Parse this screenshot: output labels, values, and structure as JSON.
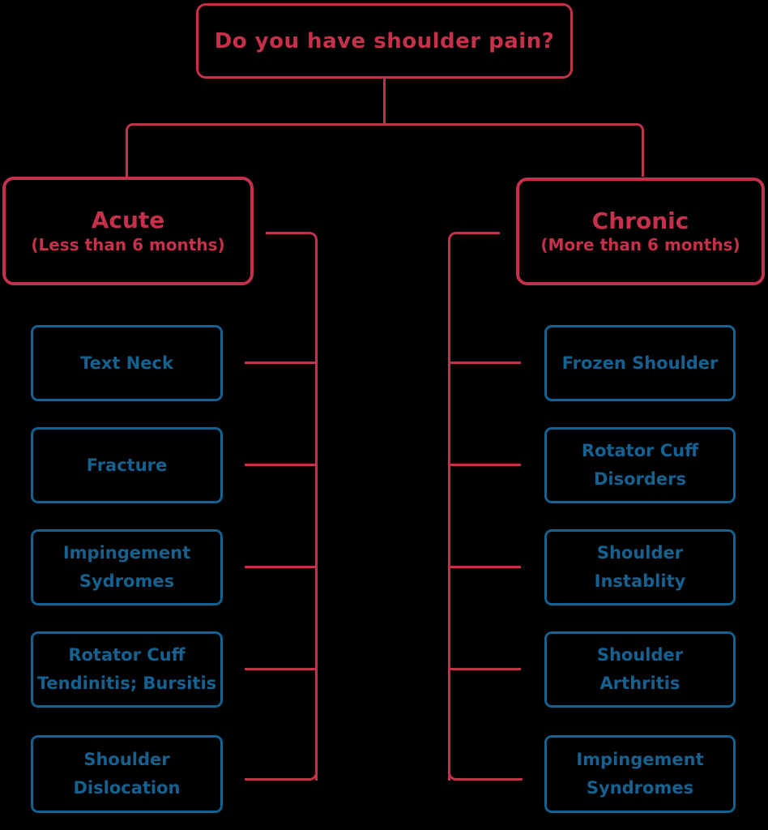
{
  "diagram": {
    "background_color": "#000000",
    "accent_red": "#C5314B",
    "accent_blue": "#16618F",
    "root": {
      "question": "Do you have shoulder pain?"
    },
    "branches": [
      {
        "title": "Acute",
        "subtitle": "(Less than 6 months)",
        "children": [
          "Text Neck",
          "Fracture",
          "Impingement\nSydromes",
          "Rotator Cuff\nTendinitis; Bursitis",
          "Shoulder\nDislocation"
        ]
      },
      {
        "title": "Chronic",
        "subtitle": "(More than 6 months)",
        "children": [
          "Frozen Shoulder",
          "Rotator Cuff\nDisorders",
          "Shoulder\nInstablity",
          "Shoulder\nArthritis",
          "Impingement\nSyndromes"
        ]
      }
    ]
  }
}
